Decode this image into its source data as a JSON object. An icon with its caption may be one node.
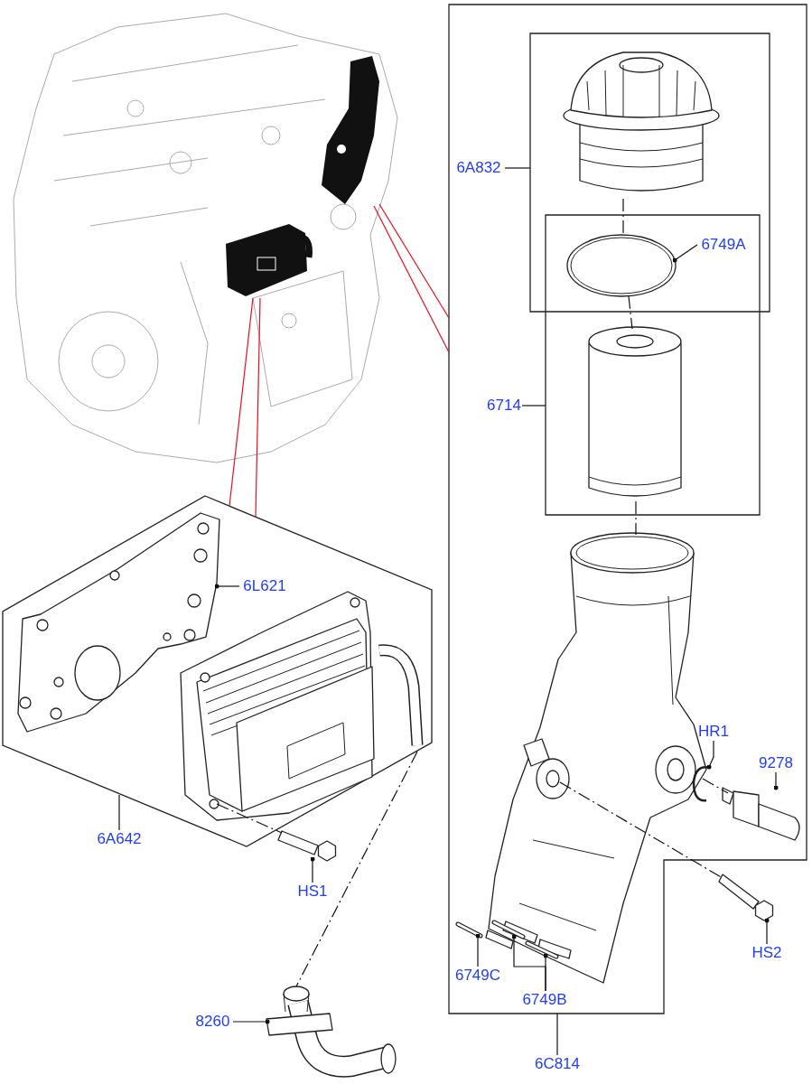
{
  "diagram": {
    "nodes": [
      {
        "text": [
          "6A832"
        ],
        "in": 13
      },
      {
        "text": [
          "6749A"
        ]
      },
      {
        "text": [
          "6714"
        ],
        "in": 13
      },
      {
        "text": [
          "6L621"
        ],
        "in": 16
      },
      {
        "text": [
          "6A642"
        ]
      },
      {
        "text": [
          "HR1"
        ],
        "in": 13
      },
      {
        "text": [
          "9278"
        ],
        "in": 13
      },
      {
        "text": [
          "HS1"
        ]
      },
      {
        "text": [
          "HS2"
        ]
      },
      {
        "text": [
          "6749C"
        ],
        "in": 13
      },
      {
        "text": [
          "6749B"
        ],
        "in": 13
      },
      {
        "text": [
          "8260"
        ]
      },
      {
        "text": [
          "6C814"
        ]
      },
      {
        "text": [],
        "shape": "box"
      },
      {
        "text": [],
        "shape": "box",
        "in": 13
      },
      {
        "text": [],
        "shape": "box",
        "in": 13
      },
      {
        "text": [],
        "shape": "hexagon"
      },
      {
        "text": [],
        "shape": "picture"
      },
      {
        "text": [],
        "shape": "picture",
        "in": 14
      },
      {
        "text": [],
        "shape": "picture"
      },
      {
        "text": [],
        "shape": "picture",
        "in": 15
      },
      {
        "text": [],
        "shape": "picture",
        "in": 13
      },
      {
        "text": [],
        "shape": "picture",
        "in": 16
      },
      {
        "text": [],
        "shape": "picture",
        "in": 16
      },
      {
        "text": [],
        "shape": "picture"
      },
      {
        "text": [],
        "shape": "picture"
      },
      {
        "text": [],
        "shape": "picture",
        "in": 13
      },
      {
        "text": [],
        "shape": "picture",
        "in": 13
      },
      {
        "text": [],
        "shape": "picture"
      },
      {
        "text": [],
        "shape": "picture",
        "in": 13
      },
      {
        "text": [],
        "shape": "picture",
        "in": 21
      },
      {
        "text": [],
        "shape": "picture",
        "in": 21
      },
      {
        "text": [],
        "shape": "picture",
        "in": 17
      },
      {
        "text": [],
        "shape": "picture",
        "in": 17
      }
    ],
    "edges": [
      {
        "from": 0,
        "to": 14,
        "arrow": "none"
      },
      {
        "from": 1,
        "to": 19,
        "arrow": "other"
      },
      {
        "from": 2,
        "to": 15,
        "arrow": "none"
      },
      {
        "from": 3,
        "to": 22,
        "arrow": "other"
      },
      {
        "from": 4,
        "to": 16,
        "arrow": "none"
      },
      {
        "from": 5,
        "to": 26,
        "arrow": "other"
      },
      {
        "from": 6,
        "to": 27,
        "arrow": "other"
      },
      {
        "from": 7,
        "to": 24,
        "arrow": "other"
      },
      {
        "from": 8,
        "to": 28,
        "arrow": "other"
      },
      {
        "from": 9,
        "to": 29,
        "arrow": "other"
      },
      {
        "from": 10,
        "to": 30,
        "arrow": "other"
      },
      {
        "from": 10,
        "to": 31,
        "arrow": "other"
      },
      {
        "from": 11,
        "to": 25,
        "arrow": "other"
      },
      {
        "from": 12,
        "to": 13,
        "arrow": "none"
      },
      {
        "from": 32,
        "to": 16,
        "arrow": "none",
        "color": "#e8101e"
      },
      {
        "from": 32,
        "to": 16,
        "arrow": "none",
        "color": "#e8101e"
      },
      {
        "from": 33,
        "to": 13,
        "arrow": "none",
        "color": "#e8101e"
      },
      {
        "from": 33,
        "to": 13,
        "arrow": "none",
        "color": "#e8101e"
      },
      {
        "from": 18,
        "to": 19,
        "arrow": "none",
        "style": "dashed"
      },
      {
        "from": 19,
        "to": 20,
        "arrow": "none",
        "style": "dashed"
      },
      {
        "from": 20,
        "to": 21,
        "arrow": "none",
        "style": "dashed"
      },
      {
        "from": 21,
        "to": 28,
        "arrow": "none",
        "style": "dashed"
      },
      {
        "from": 26,
        "to": 27,
        "arrow": "none",
        "style": "dashed"
      },
      {
        "from": 23,
        "to": 24,
        "arrow": "none",
        "style": "dashed"
      },
      {
        "from": 23,
        "to": 25,
        "arrow": "none",
        "style": "dashed"
      }
    ]
  }
}
